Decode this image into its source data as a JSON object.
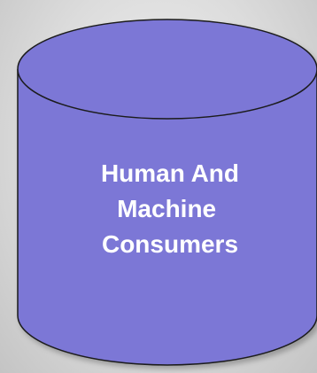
{
  "cylinder": {
    "label_lines": [
      "Human And",
      "Machine ",
      "Consumers"
    ],
    "fill_color": "#7b77d6",
    "stroke_color": "#1a1a1a",
    "text_color": "#ffffff"
  }
}
